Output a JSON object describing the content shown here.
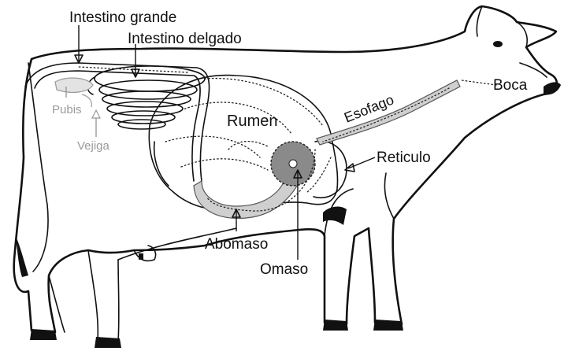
{
  "labels": {
    "intestino_grande": "Intestino grande",
    "intestino_delgado": "Intestino delgado",
    "pubis": "Pubis",
    "vejiga": "Vejiga",
    "rumen": "Rumen",
    "esofago": "Esofago",
    "boca": "Boca",
    "reticulo": "Reticulo",
    "abomaso": "Abomaso",
    "omaso": "Omaso"
  },
  "colors": {
    "outline": "#111111",
    "tract_fill": "#cfcfcf",
    "omaso_fill": "#8a8a8a",
    "grey_label": "#9a9a9a"
  }
}
